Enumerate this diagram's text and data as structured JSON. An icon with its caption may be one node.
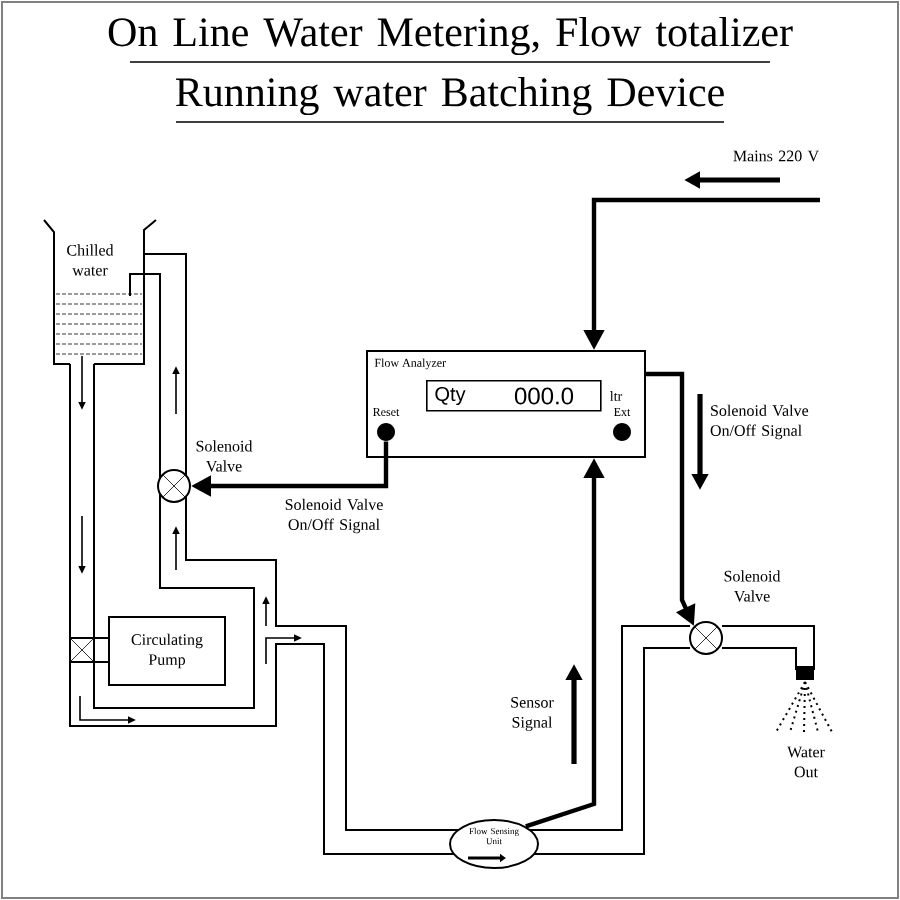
{
  "diagram": {
    "title": "On Line Water Metering, Flow totalizer Running water Batching Device",
    "nodes": [
      {
        "text": [
          "Flow Analyzer"
        ]
      },
      {
        "text": [
          "Qty",
          "000.0"
        ],
        "in": 0,
        "beside": [
          "ltr"
        ]
      },
      {
        "text": [],
        "shape": "circle",
        "in": 0,
        "beside": [
          "Reset"
        ]
      },
      {
        "text": [],
        "shape": "circle",
        "in": 0,
        "beside": [
          "Ext"
        ]
      },
      {
        "text": [
          "Chilled water"
        ]
      },
      {
        "text": [],
        "shape": "valve",
        "beside": [
          "Solenoid Valve"
        ]
      },
      {
        "text": [
          "Circulating Pump"
        ]
      },
      {
        "text": [
          "Flow Sensing Unit"
        ]
      },
      {
        "text": [],
        "shape": "valve",
        "beside": [
          "Solenoid Valve"
        ]
      }
    ],
    "edges": [
      {
        "from": null,
        "to": 0,
        "arrow": "to",
        "label": "Mains 220 V"
      },
      {
        "from": 2,
        "to": 5,
        "arrow": "to",
        "label": "Solenoid Valve On/Off Signal"
      },
      {
        "from": 0,
        "to": 8,
        "arrow": "to",
        "label": "Solenoid Valve On/Off Signal"
      },
      {
        "from": 7,
        "to": 0,
        "arrow": "to",
        "label": "Sensor Signal"
      }
    ],
    "labels": [
      "Water Out"
    ]
  }
}
